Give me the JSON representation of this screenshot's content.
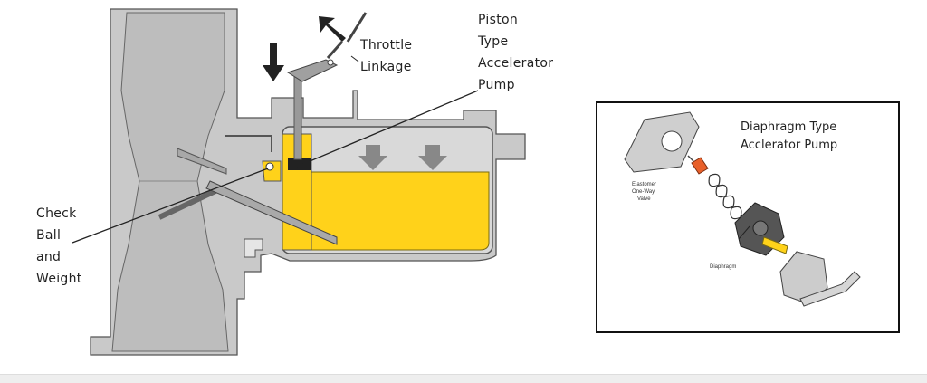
{
  "left_diagram": {
    "labels": {
      "piston_pump": [
        "Piston",
        "Type",
        "Accelerator",
        "Pump"
      ],
      "throttle": [
        "Throttle",
        "Linkage"
      ],
      "check_ball": [
        "Check",
        "Ball",
        "and",
        "Weight"
      ]
    }
  },
  "inset": {
    "title": [
      "Diaphragm Type",
      "Acclerator Pump"
    ],
    "valve_label": [
      "Elastomer",
      "One-Way",
      "Valve"
    ],
    "diaphragm_label": "Diaphragm"
  },
  "colors": {
    "fuel": "#ffd21a",
    "body": "#c8c8c8",
    "outline": "#555555",
    "arrow": "#333333"
  }
}
